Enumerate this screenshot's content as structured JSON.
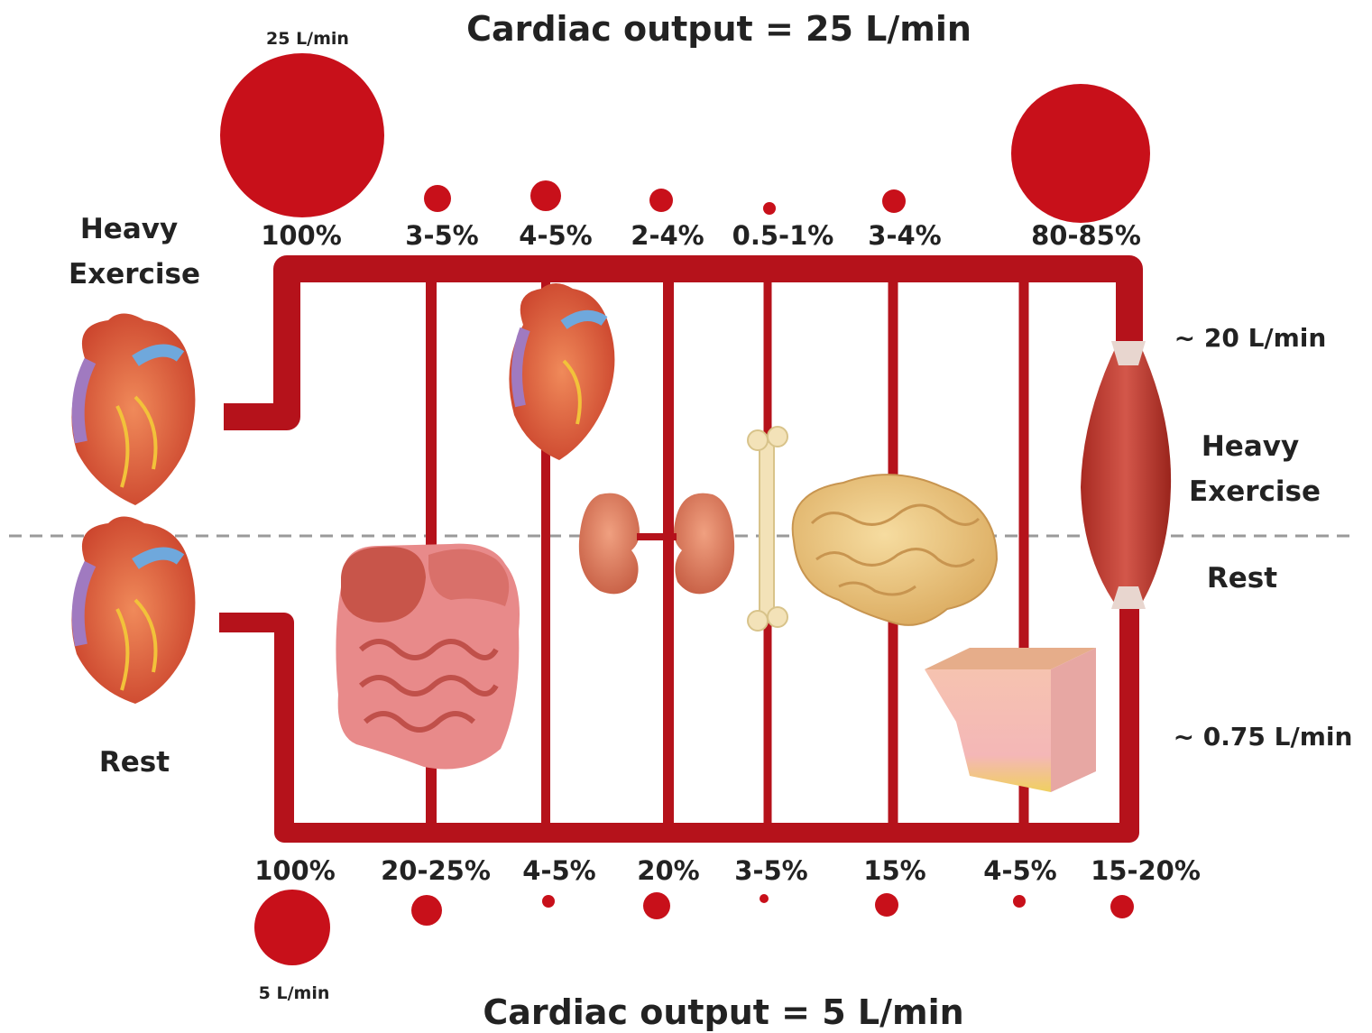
{
  "titles": {
    "top": "Cardiac output  =  25 L/min",
    "bottom": "Cardiac output  =  5 L/min"
  },
  "totals": {
    "exercise_flow": "25 L/min",
    "rest_flow": "5 L/min"
  },
  "side_labels": {
    "left_exercise": [
      "Heavy",
      "Exercise"
    ],
    "left_rest": "Rest",
    "right_exercise": [
      "Heavy",
      "Exercise"
    ],
    "right_rest": "Rest",
    "muscle_exercise_flow": "~ 20 L/min",
    "muscle_rest_flow": "~ 0.75 L/min"
  },
  "exercise_percentages": [
    "100%",
    "3-5%",
    "4-5%",
    "2-4%",
    "0.5-1%",
    "3-4%",
    "80-85%"
  ],
  "rest_percentages": [
    "100%",
    "20-25%",
    "4-5%",
    "20%",
    "3-5%",
    "15%",
    "4-5%",
    "15-20%"
  ],
  "organs": [
    "heart-exercise",
    "heart-rest",
    "digestive",
    "heart-coronary",
    "kidneys",
    "bone",
    "brain",
    "skin",
    "muscle"
  ],
  "colors": {
    "vessel": "#b5121b",
    "dot": "#c8101a",
    "divider": "#999999"
  }
}
